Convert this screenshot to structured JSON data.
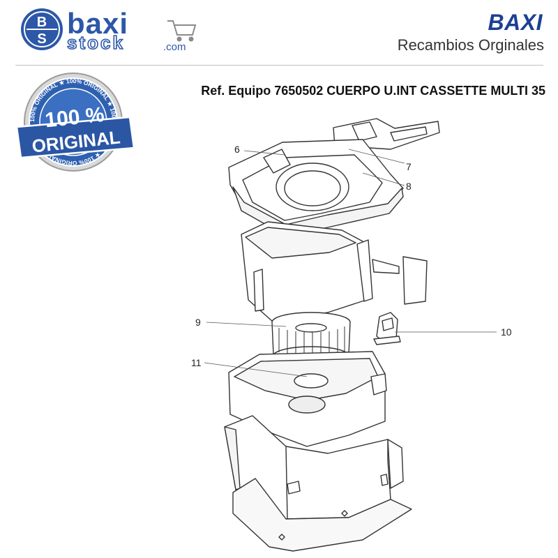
{
  "header": {
    "logo_initials": [
      "B",
      "S"
    ],
    "logo_word_top": "baxi",
    "logo_word_bottom": "stock",
    "logo_domain": ".com",
    "brand_name": "BAXI",
    "brand_tagline": "Recambios Orginales"
  },
  "seal": {
    "big_text": "100 %",
    "word": "ORIGINAL",
    "ring_text": "100% ORIGINAL ★ 100% ORIGINAL ★ 100% ORIGINAL ★ 100% ORIGINAL ★"
  },
  "equipment": {
    "title": "Ref. Equipo 7650502 CUERPO U.INT CASSETTE MULTI 35"
  },
  "diagram": {
    "callouts": [
      {
        "id": "6",
        "label": "6"
      },
      {
        "id": "7",
        "label": "7"
      },
      {
        "id": "8",
        "label": "8"
      },
      {
        "id": "9",
        "label": "9"
      },
      {
        "id": "10",
        "label": "10"
      },
      {
        "id": "11",
        "label": "11"
      }
    ]
  },
  "colors": {
    "brand_blue": "#1d3f94",
    "logo_blue": "#2d57a8",
    "seal_blue": "#2e60b0",
    "line_gray": "#555555"
  }
}
